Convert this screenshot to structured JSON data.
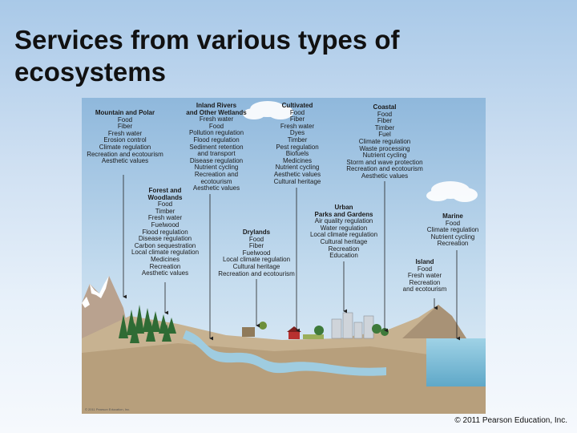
{
  "slide": {
    "title": "Services from various types of ecosystems",
    "copyright": "© 2011 Pearson Education, Inc."
  },
  "figure": {
    "credit": "© 2011 Pearson Education, Inc.",
    "ecosystems": [
      {
        "id": "mountain",
        "heading": [
          "Mountain and Polar"
        ],
        "services": [
          "Food",
          "Fiber",
          "Fresh water",
          "Erosion control",
          "Climate regulation",
          "Recreation and ecotourism",
          "Aesthetic values"
        ]
      },
      {
        "id": "inland",
        "heading": [
          "Inland Rivers",
          "and Other Wetlands"
        ],
        "services": [
          "Fresh water",
          "Food",
          "Pollution regulation",
          "Flood regulation",
          "Sediment retention",
          "and transport",
          "Disease regulation",
          "Nutrient cycling",
          "Recreation and",
          "ecotourism",
          "Aesthetic values"
        ]
      },
      {
        "id": "cultivated",
        "heading": [
          "Cultivated"
        ],
        "services": [
          "Food",
          "Fiber",
          "Fresh water",
          "Dyes",
          "Timber",
          "Pest regulation",
          "Biofuels",
          "Medicines",
          "Nutrient cycling",
          "Aesthetic values",
          "Cultural heritage"
        ]
      },
      {
        "id": "coastal",
        "heading": [
          "Coastal"
        ],
        "services": [
          "Food",
          "Fiber",
          "Timber",
          "Fuel",
          "Climate regulation",
          "Waste processing",
          "Nutrient cycling",
          "Storm and wave protection",
          "Recreation and ecotourism",
          "Aesthetic values"
        ]
      },
      {
        "id": "forest",
        "heading": [
          "Forest and",
          "Woodlands"
        ],
        "services": [
          "Food",
          "Timber",
          "Fresh water",
          "Fuelwood",
          "Flood regulation",
          "Disease regulation",
          "Carbon sequestration",
          "Local climate regulation",
          "Medicines",
          "Recreation",
          "Aesthetic values"
        ]
      },
      {
        "id": "urban",
        "heading": [
          "Urban",
          "Parks and Gardens"
        ],
        "services": [
          "Air quality regulation",
          "Water regulation",
          "Local climate regulation",
          "Cultural heritage",
          "Recreation",
          "Education"
        ]
      },
      {
        "id": "marine",
        "heading": [
          "Marine"
        ],
        "services": [
          "Food",
          "Climate regulation",
          "Nutrient cycling",
          "Recreation"
        ]
      },
      {
        "id": "drylands",
        "heading": [
          "Drylands"
        ],
        "services": [
          "Food",
          "Fiber",
          "Fuelwood",
          "Local climate regulation",
          "Cultural heritage",
          "Recreation and ecotourism"
        ]
      },
      {
        "id": "island",
        "heading": [
          "Island"
        ],
        "services": [
          "Food",
          "Fresh water",
          "Recreation",
          "and ecotourism"
        ]
      }
    ]
  }
}
